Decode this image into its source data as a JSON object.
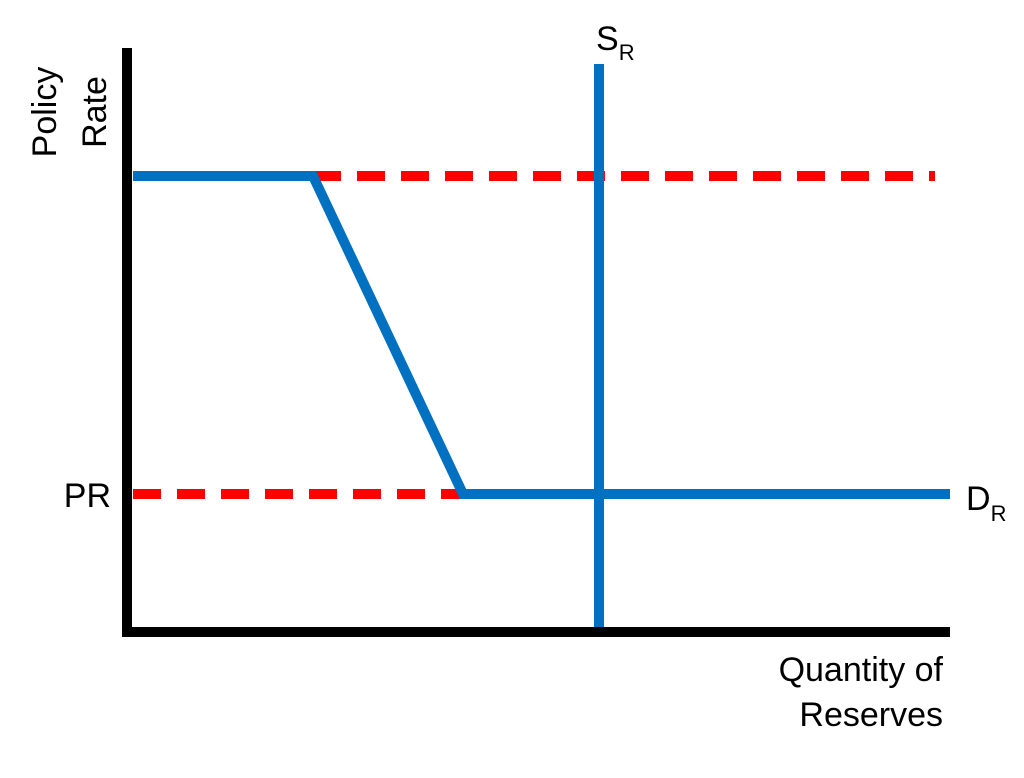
{
  "diagram": {
    "y_axis_label": [
      "Policy",
      "Rate"
    ],
    "x_axis_label": [
      "Quantity of",
      "Reserves"
    ],
    "policy_rate_label": "PR",
    "supply_label": {
      "main": "S",
      "sub": "R"
    },
    "demand_label": {
      "main": "D",
      "sub": "R"
    },
    "colors": {
      "axis": "#000000",
      "curves": "#0070C0",
      "dashed": "#FF0000"
    }
  }
}
